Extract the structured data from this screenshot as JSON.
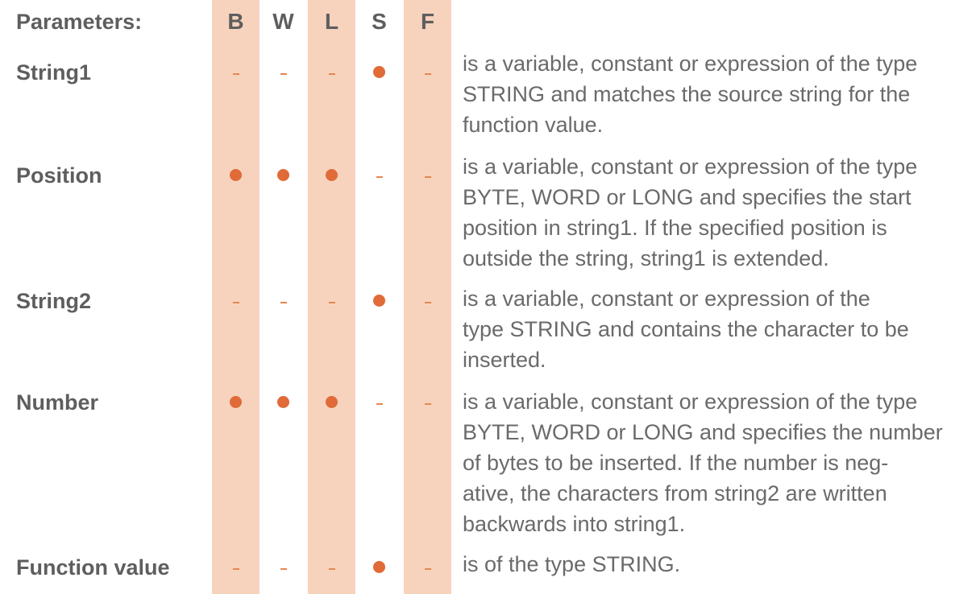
{
  "header": {
    "label": "Parameters:",
    "columns": [
      "B",
      "W",
      "L",
      "S",
      "F"
    ]
  },
  "colors": {
    "stripe": "#f7d3bd",
    "dot": "#e06b38",
    "text": "#5e5e5e"
  },
  "rows": [
    {
      "name": "String1",
      "marks": [
        "dash",
        "dash",
        "dash",
        "dot",
        "dash"
      ],
      "lines": [
        "is a variable, constant or expression of the type",
        "STRING and matches the source string for the",
        "function value."
      ]
    },
    {
      "name": "Position",
      "marks": [
        "dot",
        "dot",
        "dot",
        "dash",
        "dash"
      ],
      "lines": [
        "is a variable, constant or expression of the type",
        "BYTE, WORD or LONG and specifies the start",
        "position in string1. If the specified position is",
        "outside the string, string1 is extended."
      ]
    },
    {
      "name": "String2",
      "marks": [
        "dash",
        "dash",
        "dash",
        "dot",
        "dash"
      ],
      "lines": [
        "is a variable, constant or expression of the",
        "type STRING and contains the character to be",
        "inserted."
      ]
    },
    {
      "name": "Number",
      "marks": [
        "dot",
        "dot",
        "dot",
        "dash",
        "dash"
      ],
      "lines": [
        "is a variable, constant or expression of the type",
        "BYTE, WORD or LONG and specifies the number",
        "of bytes to be inserted. If the number is neg-",
        "ative, the characters from string2 are written",
        "backwards into string1."
      ]
    },
    {
      "name": "Function value",
      "marks": [
        "dash",
        "dash",
        "dash",
        "dot",
        "dash"
      ],
      "lines": [
        "is of the type STRING."
      ]
    }
  ]
}
